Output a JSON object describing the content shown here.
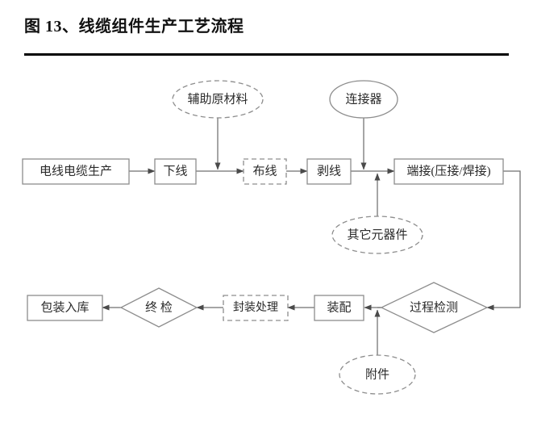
{
  "figure": {
    "title": "图 13、线缆组件生产工艺流程",
    "divider_color": "#000000"
  },
  "diagram": {
    "type": "process-flowchart",
    "stroke_color": "#8d8d8d",
    "connector_color": "#6f6f6f",
    "text_color": "#2b2b2b",
    "background": "#ffffff",
    "nodes": {
      "wire_cable_production": {
        "label": "电线电缆生产",
        "shape": "rect",
        "border": "solid"
      },
      "cutting": {
        "label": "下线",
        "shape": "rect",
        "border": "solid"
      },
      "wiring": {
        "label": "布线",
        "shape": "rect",
        "border": "dashed"
      },
      "stripping": {
        "label": "剥线",
        "shape": "rect",
        "border": "solid"
      },
      "termination": {
        "label": "端接(压接/焊接)",
        "shape": "rect",
        "border": "solid"
      },
      "auxiliary_materials": {
        "label": "辅助原材料",
        "shape": "ellipse",
        "border": "dashed"
      },
      "connector": {
        "label": "连接器",
        "shape": "ellipse",
        "border": "solid"
      },
      "other_components": {
        "label": "其它元器件",
        "shape": "ellipse",
        "border": "dashed"
      },
      "process_inspection": {
        "label": "过程检测",
        "shape": "diamond",
        "border": "solid"
      },
      "assembly": {
        "label": "装配",
        "shape": "rect",
        "border": "solid"
      },
      "encapsulation": {
        "label": "封装处理",
        "shape": "rect",
        "border": "dashed"
      },
      "final_inspection": {
        "label": "终 检",
        "shape": "diamond",
        "border": "solid"
      },
      "packaging_storage": {
        "label": "包装入库",
        "shape": "rect",
        "border": "solid"
      },
      "accessories": {
        "label": "附件",
        "shape": "ellipse",
        "border": "dashed"
      }
    },
    "edges": [
      {
        "from": "wire_cable_production",
        "to": "cutting"
      },
      {
        "from": "cutting",
        "to": "wiring"
      },
      {
        "from": "auxiliary_materials",
        "to": "wiring"
      },
      {
        "from": "wiring",
        "to": "stripping"
      },
      {
        "from": "stripping",
        "to": "termination"
      },
      {
        "from": "connector",
        "to": "termination"
      },
      {
        "from": "other_components",
        "to": "termination"
      },
      {
        "from": "termination",
        "to": "process_inspection"
      },
      {
        "from": "process_inspection",
        "to": "assembly"
      },
      {
        "from": "accessories",
        "to": "assembly"
      },
      {
        "from": "assembly",
        "to": "encapsulation"
      },
      {
        "from": "encapsulation",
        "to": "final_inspection"
      },
      {
        "from": "final_inspection",
        "to": "packaging_storage"
      }
    ]
  }
}
